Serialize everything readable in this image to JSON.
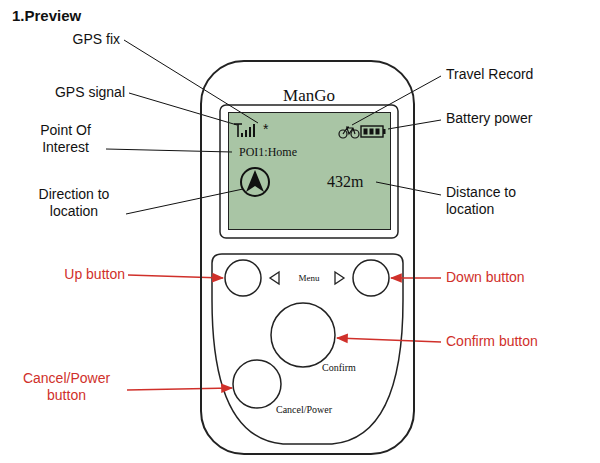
{
  "diagram": {
    "title": "1.Preview",
    "nodes": [
      {
        "text": [
          "ManGo",
          "Menu"
        ]
      },
      {
        "text": [
          "*",
          "POI1:Home",
          "432m"
        ],
        "in": 0
      },
      {
        "text": [
          "Confirm"
        ],
        "in": 0
      },
      {
        "text": [
          "Cancel/Power"
        ],
        "in": 0
      }
    ],
    "labels": [
      "GPS fix",
      "GPS signal",
      "Point Of Interest",
      "Direction to location",
      "Travel Record",
      "Battery power",
      "Distance to location",
      "Up button",
      "Down button",
      "Confirm button",
      "Cancel/Power button"
    ]
  }
}
